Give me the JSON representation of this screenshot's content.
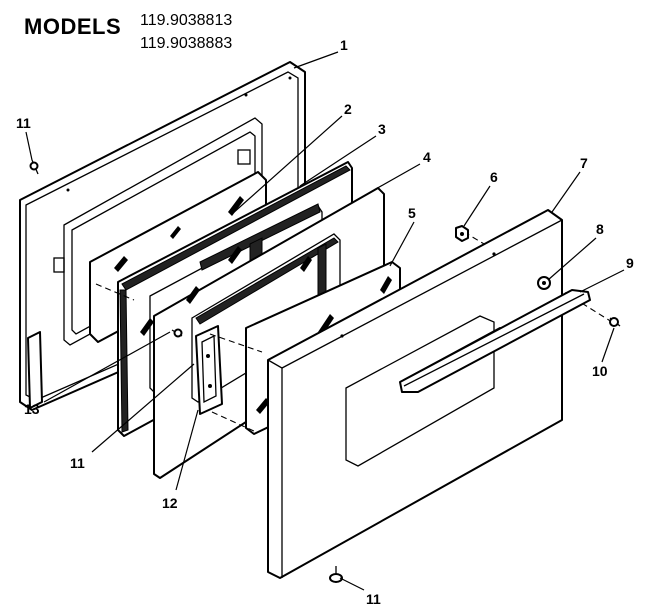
{
  "header": {
    "models_label": "MODELS",
    "model_numbers": [
      "119.9038813",
      "119.9038883"
    ]
  },
  "callouts": [
    "1",
    "2",
    "3",
    "4",
    "5",
    "6",
    "7",
    "8",
    "9",
    "10",
    "11",
    "11",
    "11",
    "12",
    "13"
  ]
}
